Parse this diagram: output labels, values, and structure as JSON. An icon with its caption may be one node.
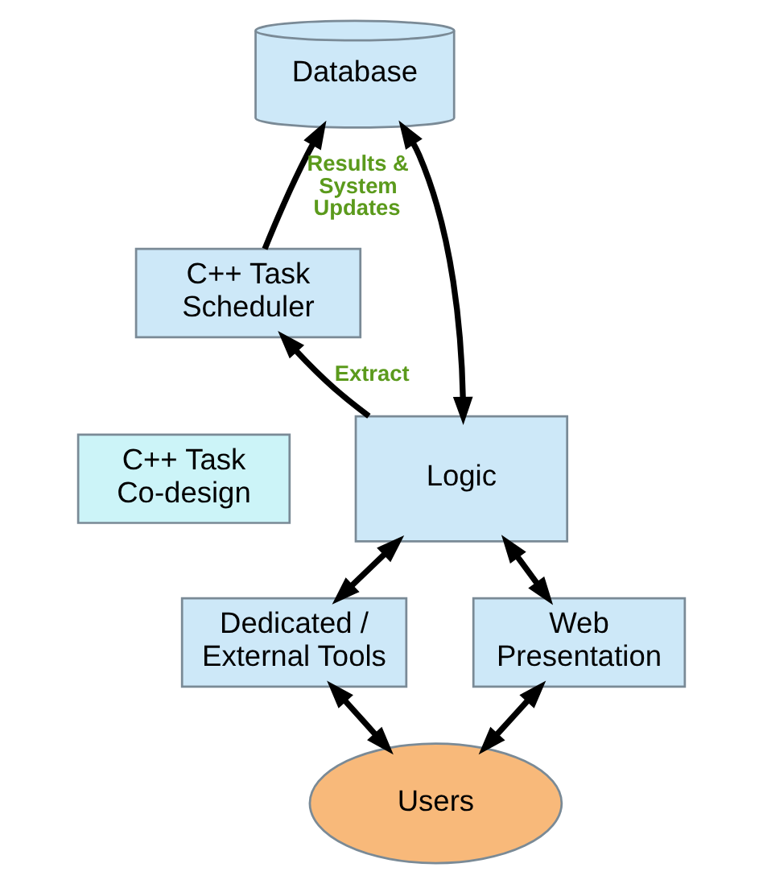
{
  "diagram": {
    "nodes": [
      {
        "text": [
          "Database"
        ]
      },
      {
        "text": [
          "C++ Task Scheduler"
        ]
      },
      {
        "text": [
          "Logic"
        ]
      },
      {
        "text": [
          "C++ Task Co-design"
        ]
      },
      {
        "text": [
          "Dedicated / External Tools"
        ]
      },
      {
        "text": [
          "Web Presentation"
        ]
      },
      {
        "text": [
          "Users"
        ]
      }
    ],
    "edges": [
      {
        "from": 1,
        "to": 0,
        "arrow": "to",
        "label": "Results & System Updates"
      },
      {
        "from": 0,
        "to": 2,
        "arrow": "both"
      },
      {
        "from": 2,
        "to": 1,
        "arrow": "to",
        "label": "Extract"
      },
      {
        "from": 2,
        "to": 4,
        "arrow": "both"
      },
      {
        "from": 2,
        "to": 5,
        "arrow": "both"
      },
      {
        "from": 4,
        "to": 6,
        "arrow": "both"
      },
      {
        "from": 5,
        "to": 6,
        "arrow": "both"
      }
    ]
  }
}
